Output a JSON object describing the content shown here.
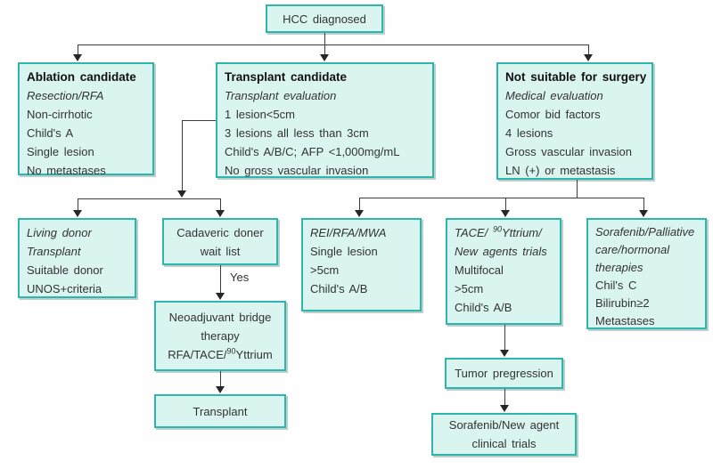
{
  "colors": {
    "box_fill": "#daf4f0",
    "box_border": "#2eb6ac",
    "line": "#3c3c3c"
  },
  "labels": {
    "yes": "Yes"
  },
  "boxes": {
    "hcc": {
      "lines": [
        {
          "text": "HCC diagnosed",
          "style": "normal"
        }
      ]
    },
    "ablation": {
      "lines": [
        {
          "text": "Ablation candidate",
          "style": "bold"
        },
        {
          "text": "Resection/RFA",
          "style": "italic"
        },
        {
          "text": "Non-cirrhotic",
          "style": "normal"
        },
        {
          "text": "Child's A",
          "style": "normal"
        },
        {
          "text": "Single lesion",
          "style": "normal"
        },
        {
          "text": "No metastases",
          "style": "normal"
        }
      ]
    },
    "transplant_candidate": {
      "lines": [
        {
          "text": "Transplant candidate",
          "style": "bold"
        },
        {
          "text": "Transplant evaluation",
          "style": "italic"
        },
        {
          "text": "1 lesion<5cm",
          "style": "normal"
        },
        {
          "text": "3 lesions all less than 3cm",
          "style": "normal"
        },
        {
          "text": "Child's A/B/C; AFP <1,000mg/mL",
          "style": "normal"
        },
        {
          "text": "No gross vascular invasion",
          "style": "normal"
        }
      ]
    },
    "not_suitable": {
      "lines": [
        {
          "text": "Not suitable for surgery",
          "style": "bold"
        },
        {
          "text": "Medical evaluation",
          "style": "italic"
        },
        {
          "text": "Comor bid factors",
          "style": "normal"
        },
        {
          "text": "4 lesions",
          "style": "normal"
        },
        {
          "text": "Gross vascular invasion",
          "style": "normal"
        },
        {
          "text": "LN (+) or metastasis",
          "style": "normal"
        }
      ]
    },
    "living_donor": {
      "lines": [
        {
          "text": "Living donor",
          "style": "italic"
        },
        {
          "text": "Transplant",
          "style": "italic"
        },
        {
          "text": "Suitable donor",
          "style": "normal"
        },
        {
          "text": "UNOS+criteria",
          "style": "normal"
        }
      ]
    },
    "cadaveric": {
      "lines": [
        {
          "text": "Cadaveric doner",
          "style": "normal"
        },
        {
          "text": "wait list",
          "style": "normal"
        }
      ]
    },
    "rei": {
      "lines": [
        {
          "text": "REI/RFA/MWA",
          "style": "italic"
        },
        {
          "text": "Single lesion",
          "style": "normal"
        },
        {
          "text": ">5cm",
          "style": "normal"
        },
        {
          "text": "Child's A/B",
          "style": "normal"
        }
      ]
    },
    "tace": {
      "lines": [
        {
          "text": "TACE/ ^{90}Yttrium/",
          "style": "italic"
        },
        {
          "text": "New agents trials",
          "style": "italic"
        },
        {
          "text": "Multifocal",
          "style": "normal"
        },
        {
          "text": ">5cm",
          "style": "normal"
        },
        {
          "text": "Child's A/B",
          "style": "normal"
        }
      ]
    },
    "sorafenib_palliative": {
      "lines": [
        {
          "text": "Sorafenib/Palliative",
          "style": "italic"
        },
        {
          "text": "care/hormonal",
          "style": "italic"
        },
        {
          "text": "therapies",
          "style": "italic"
        },
        {
          "text": "Chil's C",
          "style": "normal"
        },
        {
          "text": "Bilirubin≥2",
          "style": "normal"
        },
        {
          "text": "Metastases",
          "style": "normal"
        }
      ]
    },
    "neoadjuvant": {
      "lines": [
        {
          "text": "Neoadjuvant bridge",
          "style": "normal"
        },
        {
          "text": "therapy",
          "style": "normal"
        },
        {
          "text": "RFA/TACE/^{90}Yttrium",
          "style": "normal"
        }
      ]
    },
    "transplant": {
      "lines": [
        {
          "text": "Transplant",
          "style": "normal"
        }
      ]
    },
    "tumor_pregression": {
      "lines": [
        {
          "text": "Tumor pregression",
          "style": "normal"
        }
      ]
    },
    "sorafenib_trials": {
      "lines": [
        {
          "text": "Sorafenib/New agent",
          "style": "normal"
        },
        {
          "text": "clinical trials",
          "style": "normal"
        }
      ]
    }
  }
}
